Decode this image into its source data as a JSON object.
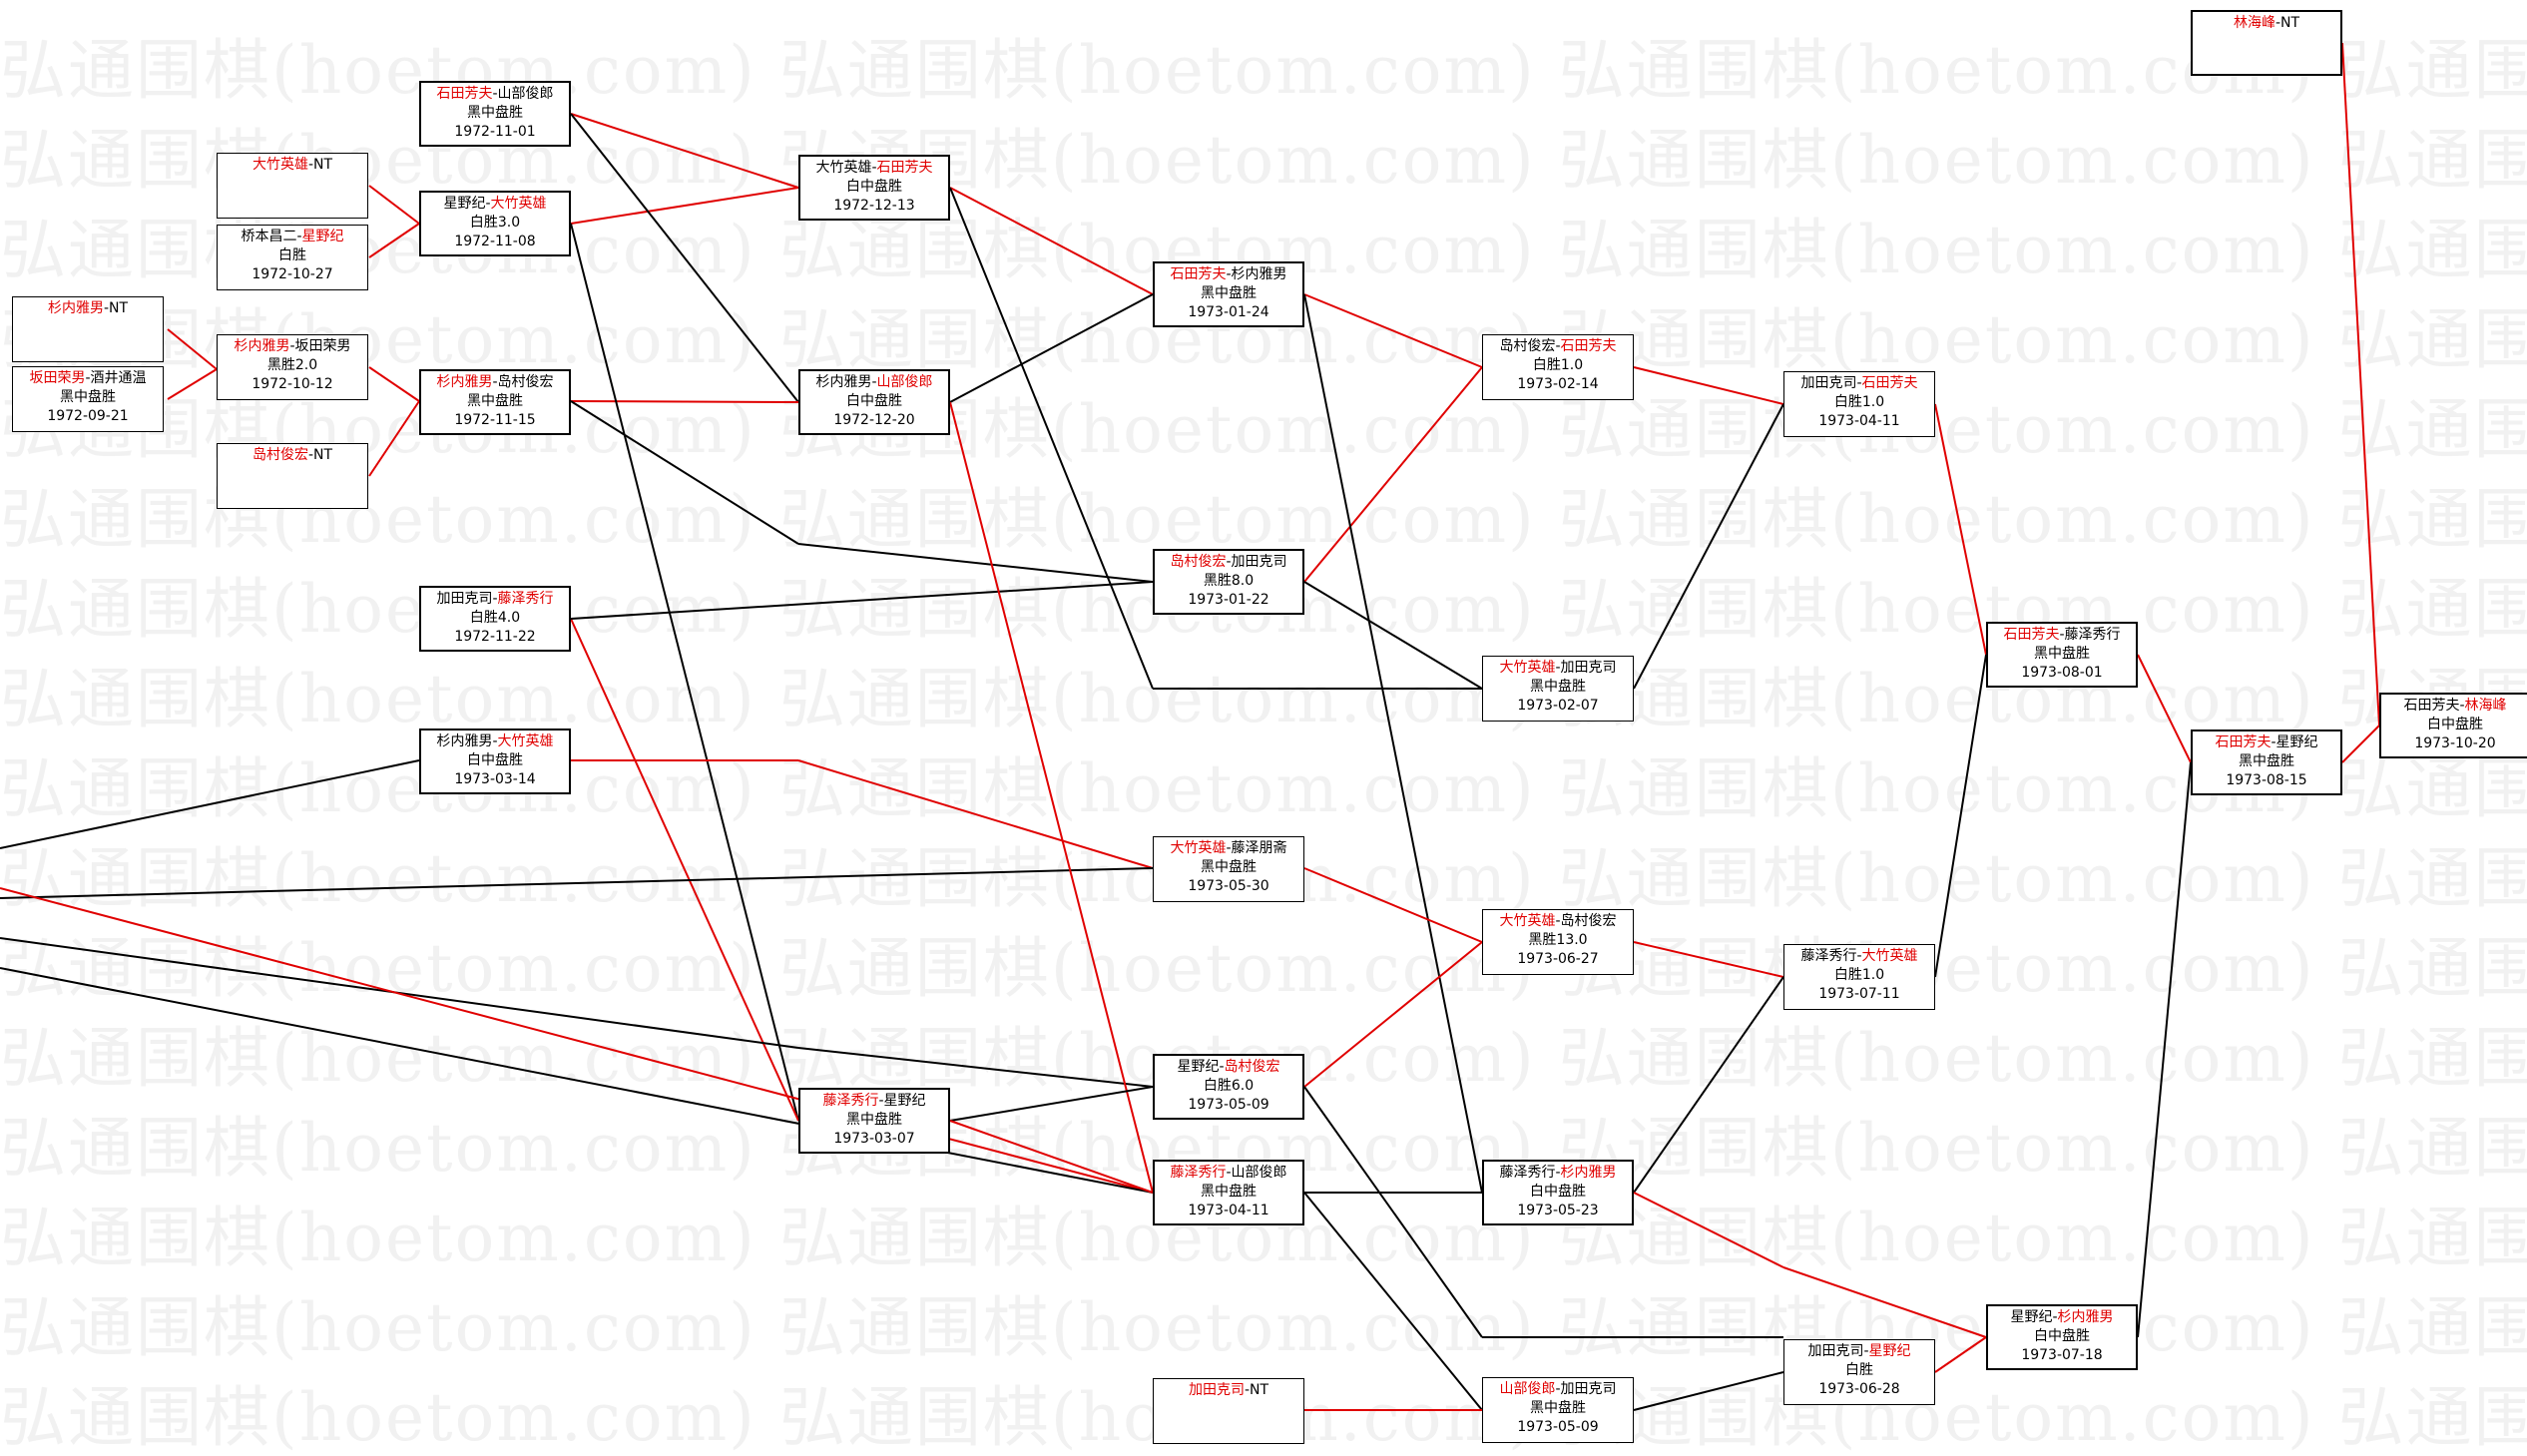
{
  "watermark_text": "弘通围棋(hoetom.com) 弘通围棋(hoetom.com) 弘通围棋(hoetom.com) 弘通围棋(hoetom.com)",
  "colors": {
    "winner": "#e00000",
    "line_red": "#e00000",
    "line_black": "#000000"
  },
  "matches": [
    {
      "id": "m01",
      "p1": "杉内雅男",
      "p2": "NT",
      "red": 1,
      "result": "",
      "date": ""
    },
    {
      "id": "m02",
      "p1": "坂田荣男",
      "p2": "酒井通温",
      "red": 1,
      "result": "黑中盘胜",
      "date": "1972-09-21"
    },
    {
      "id": "m03",
      "p1": "大竹英雄",
      "p2": "NT",
      "red": 1,
      "result": "",
      "date": ""
    },
    {
      "id": "m04",
      "p1": "桥本昌二",
      "p2": "星野纪",
      "red": 2,
      "result": "白胜",
      "date": "1972-10-27"
    },
    {
      "id": "m05",
      "p1": "杉内雅男",
      "p2": "坂田荣男",
      "red": 1,
      "result": "黑胜2.0",
      "date": "1972-10-12"
    },
    {
      "id": "m06",
      "p1": "岛村俊宏",
      "p2": "NT",
      "red": 1,
      "result": "",
      "date": ""
    },
    {
      "id": "m07",
      "p1": "石田芳夫",
      "p2": "山部俊郎",
      "red": 1,
      "result": "黑中盘胜",
      "date": "1972-11-01"
    },
    {
      "id": "m08",
      "p1": "星野纪",
      "p2": "大竹英雄",
      "red": 2,
      "result": "白胜3.0",
      "date": "1972-11-08"
    },
    {
      "id": "m09",
      "p1": "杉内雅男",
      "p2": "岛村俊宏",
      "red": 1,
      "result": "黑中盘胜",
      "date": "1972-11-15"
    },
    {
      "id": "m10",
      "p1": "加田克司",
      "p2": "藤泽秀行",
      "red": 2,
      "result": "白胜4.0",
      "date": "1972-11-22"
    },
    {
      "id": "m11",
      "p1": "杉内雅男",
      "p2": "大竹英雄",
      "red": 2,
      "result": "白中盘胜",
      "date": "1973-03-14"
    },
    {
      "id": "m12",
      "p1": "大竹英雄",
      "p2": "石田芳夫",
      "red": 2,
      "result": "白中盘胜",
      "date": "1972-12-13"
    },
    {
      "id": "m13",
      "p1": "杉内雅男",
      "p2": "山部俊郎",
      "red": 2,
      "result": "白中盘胜",
      "date": "1972-12-20"
    },
    {
      "id": "m14",
      "p1": "藤泽秀行",
      "p2": "星野纪",
      "red": 1,
      "result": "黑中盘胜",
      "date": "1973-03-07"
    },
    {
      "id": "m15",
      "p1": "石田芳夫",
      "p2": "杉内雅男",
      "red": 1,
      "result": "黑中盘胜",
      "date": "1973-01-24"
    },
    {
      "id": "m16",
      "p1": "岛村俊宏",
      "p2": "加田克司",
      "red": 1,
      "result": "黑胜8.0",
      "date": "1973-01-22"
    },
    {
      "id": "m17",
      "p1": "大竹英雄",
      "p2": "藤泽朋斋",
      "red": 1,
      "result": "黑中盘胜",
      "date": "1973-05-30"
    },
    {
      "id": "m18",
      "p1": "星野纪",
      "p2": "岛村俊宏",
      "red": 2,
      "result": "白胜6.0",
      "date": "1973-05-09"
    },
    {
      "id": "m19",
      "p1": "藤泽秀行",
      "p2": "山部俊郎",
      "red": 1,
      "result": "黑中盘胜",
      "date": "1973-04-11"
    },
    {
      "id": "m20",
      "p1": "加田克司",
      "p2": "NT",
      "red": 1,
      "result": "",
      "date": ""
    },
    {
      "id": "m21",
      "p1": "岛村俊宏",
      "p2": "石田芳夫",
      "red": 2,
      "result": "白胜1.0",
      "date": "1973-02-14"
    },
    {
      "id": "m22",
      "p1": "大竹英雄",
      "p2": "加田克司",
      "red": 1,
      "result": "黑中盘胜",
      "date": "1973-02-07"
    },
    {
      "id": "m23",
      "p1": "大竹英雄",
      "p2": "岛村俊宏",
      "red": 1,
      "result": "黑胜13.0",
      "date": "1973-06-27"
    },
    {
      "id": "m24",
      "p1": "藤泽秀行",
      "p2": "杉内雅男",
      "red": 2,
      "result": "白中盘胜",
      "date": "1973-05-23"
    },
    {
      "id": "m25",
      "p1": "山部俊郎",
      "p2": "加田克司",
      "red": 1,
      "result": "黑中盘胜",
      "date": "1973-05-09"
    },
    {
      "id": "m26",
      "p1": "加田克司",
      "p2": "石田芳夫",
      "red": 2,
      "result": "白胜1.0",
      "date": "1973-04-11"
    },
    {
      "id": "m27",
      "p1": "藤泽秀行",
      "p2": "大竹英雄",
      "red": 2,
      "result": "白胜1.0",
      "date": "1973-07-11"
    },
    {
      "id": "m28",
      "p1": "加田克司",
      "p2": "星野纪",
      "red": 2,
      "result": "白胜",
      "date": "1973-06-28"
    },
    {
      "id": "m29",
      "p1": "石田芳夫",
      "p2": "藤泽秀行",
      "red": 1,
      "result": "黑中盘胜",
      "date": "1973-08-01"
    },
    {
      "id": "m30",
      "p1": "星野纪",
      "p2": "杉内雅男",
      "red": 2,
      "result": "白中盘胜",
      "date": "1973-07-18"
    },
    {
      "id": "m31",
      "p1": "林海峰",
      "p2": "NT",
      "red": 1,
      "result": "",
      "date": ""
    },
    {
      "id": "m32",
      "p1": "石田芳夫",
      "p2": "星野纪",
      "red": 1,
      "result": "黑中盘胜",
      "date": "1973-08-15"
    },
    {
      "id": "m33",
      "p1": "石田芳夫",
      "p2": "林海峰",
      "red": 2,
      "result": "白中盘胜",
      "date": "1973-10-20"
    }
  ]
}
